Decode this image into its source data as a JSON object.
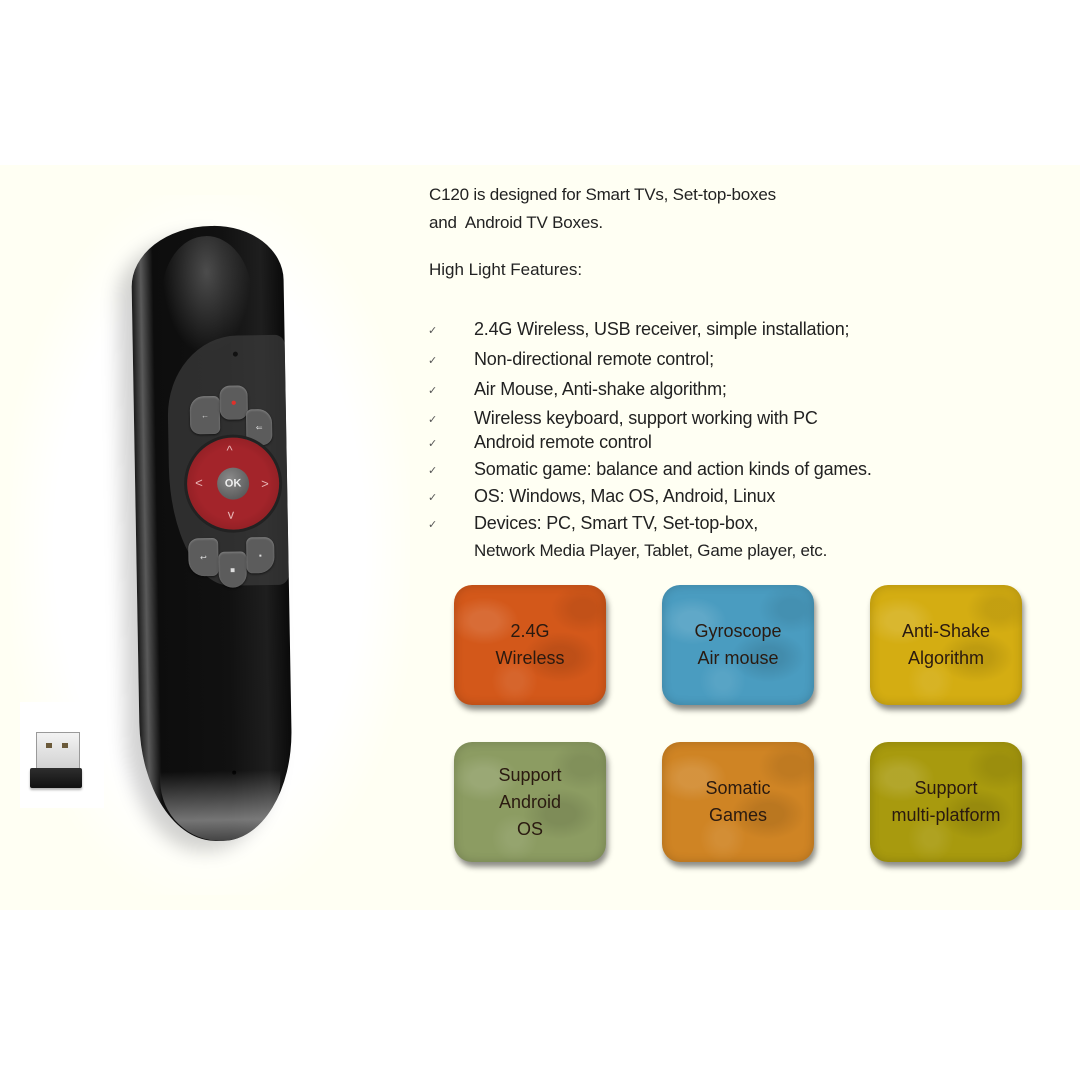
{
  "product": {
    "model": "C120",
    "intro_line1": "C120 is designed for Smart TVs, Set-top-boxes",
    "intro_line2": "and  Android TV Boxes.",
    "features_heading": "High Light Features:",
    "check_glyph": "✓"
  },
  "features": [
    {
      "text": "2.4G Wireless, USB receiver, simple installation;"
    },
    {
      "text": "Non-directional remote control;"
    },
    {
      "text": "Air Mouse, Anti-shake algorithm;"
    },
    {
      "text": "Wireless keyboard, support working with PC"
    },
    {
      "text": "Android remote control"
    },
    {
      "text": "Somatic game: balance and action kinds of games."
    },
    {
      "text": "OS: Windows, Mac OS, Android, Linux"
    },
    {
      "text": "Devices: PC, Smart TV, Set-top-box,",
      "continuation": "Network Media Player, Tablet, Game player, etc."
    }
  ],
  "tiles": [
    {
      "label": "2.4G\nWireless",
      "color": "#d3581a"
    },
    {
      "label": "Gyroscope\nAir mouse",
      "color": "#4a9cc0"
    },
    {
      "label": "Anti-Shake\nAlgorithm",
      "color": "#d4ad12"
    },
    {
      "label": "Support\nAndroid\nOS",
      "color": "#8c9c62"
    },
    {
      "label": "Somatic\nGames",
      "color": "#cf8424"
    },
    {
      "label": "Support\nmulti-platform",
      "color": "#a89a0e"
    }
  ],
  "remote": {
    "ok_label": "OK",
    "arrows": {
      "up": "^",
      "down": "v",
      "left": "<",
      "right": ">"
    },
    "body_color": "#111111",
    "dpad_color": "#a3242a",
    "key_color": "#5c5c5c",
    "power_dot_color": "#e0302a"
  },
  "colors": {
    "panel_bg": "#fffff3",
    "page_bg": "#ffffff",
    "text": "#222222"
  }
}
